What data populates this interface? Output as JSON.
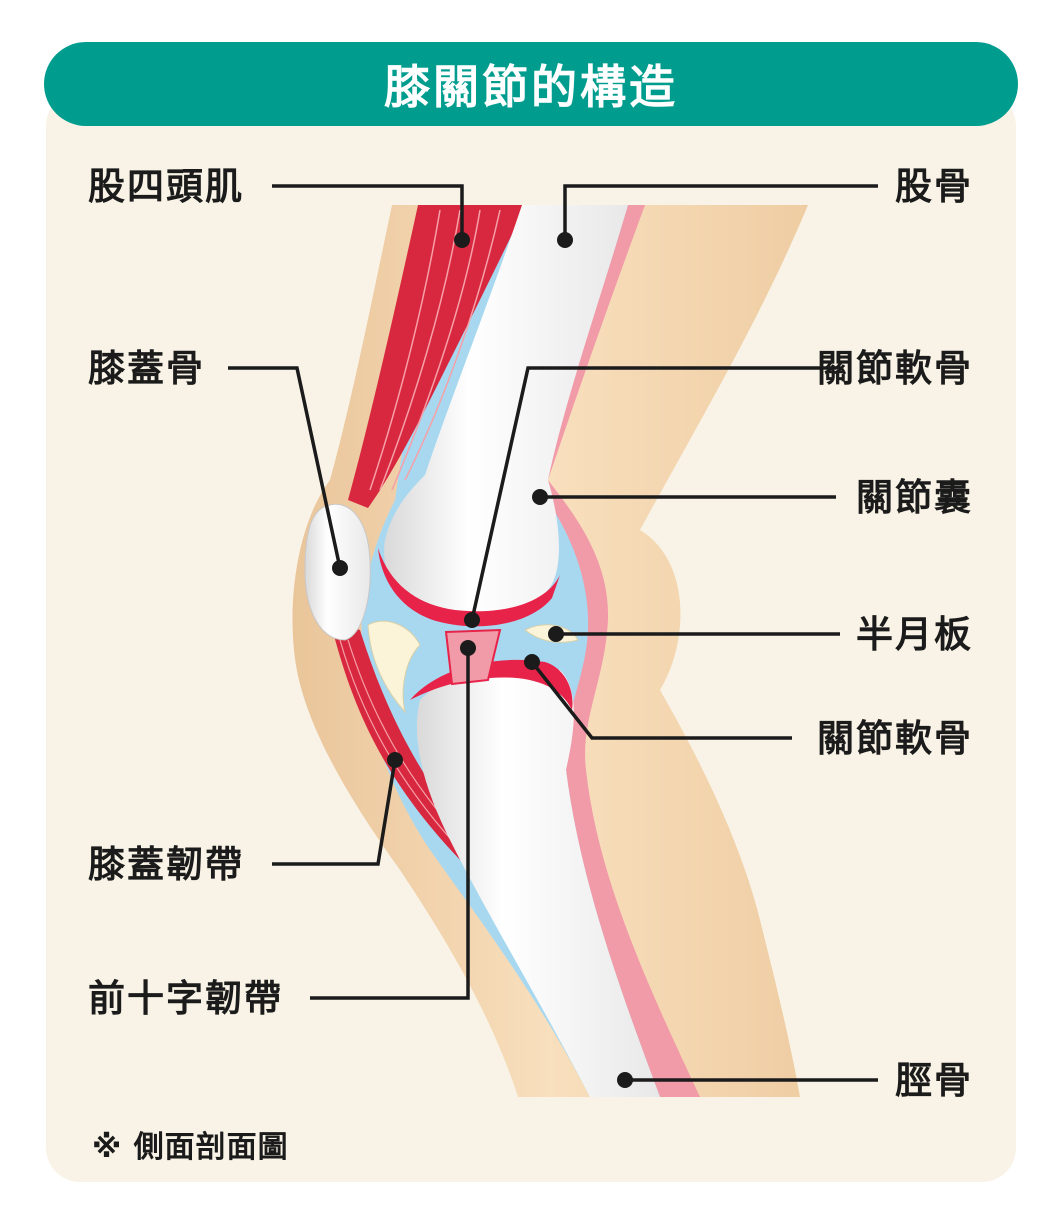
{
  "title": "膝關節的構造",
  "labels": {
    "quadriceps": "股四頭肌",
    "patella": "膝蓋骨",
    "patellar_ligament": "膝蓋韌帶",
    "acl": "前十字韌帶",
    "femur": "股骨",
    "articular_cartilage_upper": "關節軟骨",
    "joint_capsule": "關節囊",
    "meniscus": "半月板",
    "articular_cartilage_lower": "關節軟骨",
    "tibia": "脛骨"
  },
  "note": "※ 側面剖面圖",
  "colors": {
    "title_bar": "#009d8f",
    "background": "#f8f3e6",
    "skin": "#f3d2aa",
    "muscle": "#d8283f",
    "synovial": "#a8d8f0",
    "capsule_pink": "#f19aa8",
    "bone": "#ffffff",
    "meniscus": "#fbf4d8"
  }
}
